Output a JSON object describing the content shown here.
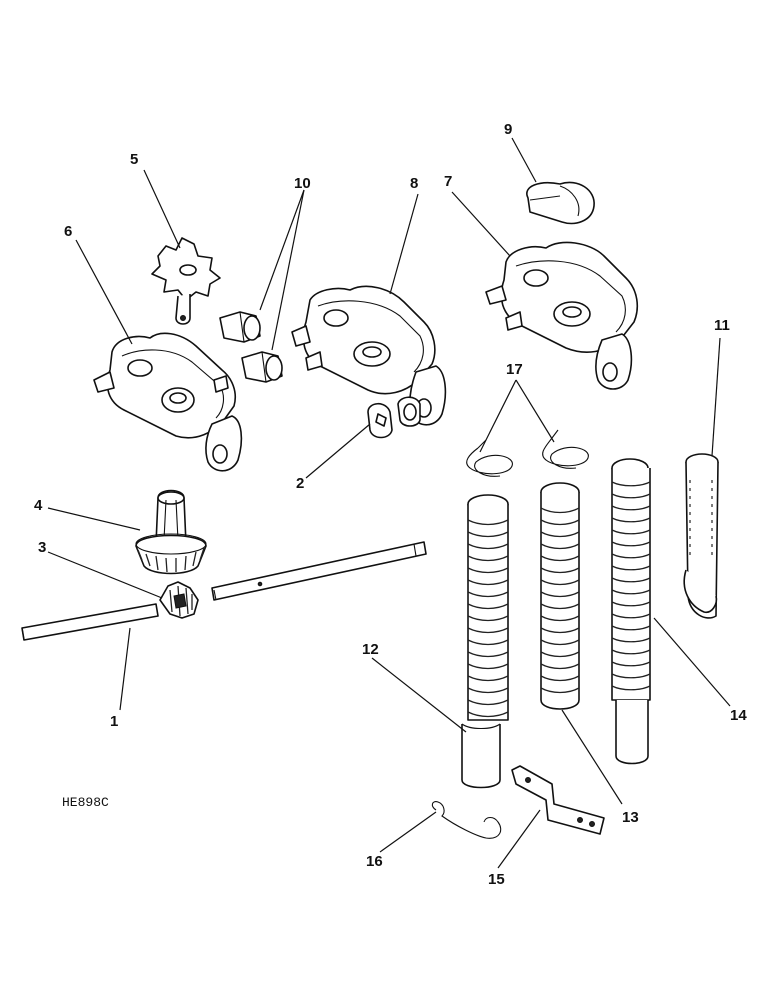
{
  "figure_code": "HE898C",
  "callouts": {
    "c1": "1",
    "c2": "2",
    "c3": "3",
    "c4": "4",
    "c5": "5",
    "c6": "6",
    "c7": "7",
    "c8": "8",
    "c9": "9",
    "c10": "10",
    "c11": "11",
    "c12": "12",
    "c13": "13",
    "c14": "14",
    "c15": "15",
    "c16": "16",
    "c17": "17"
  }
}
